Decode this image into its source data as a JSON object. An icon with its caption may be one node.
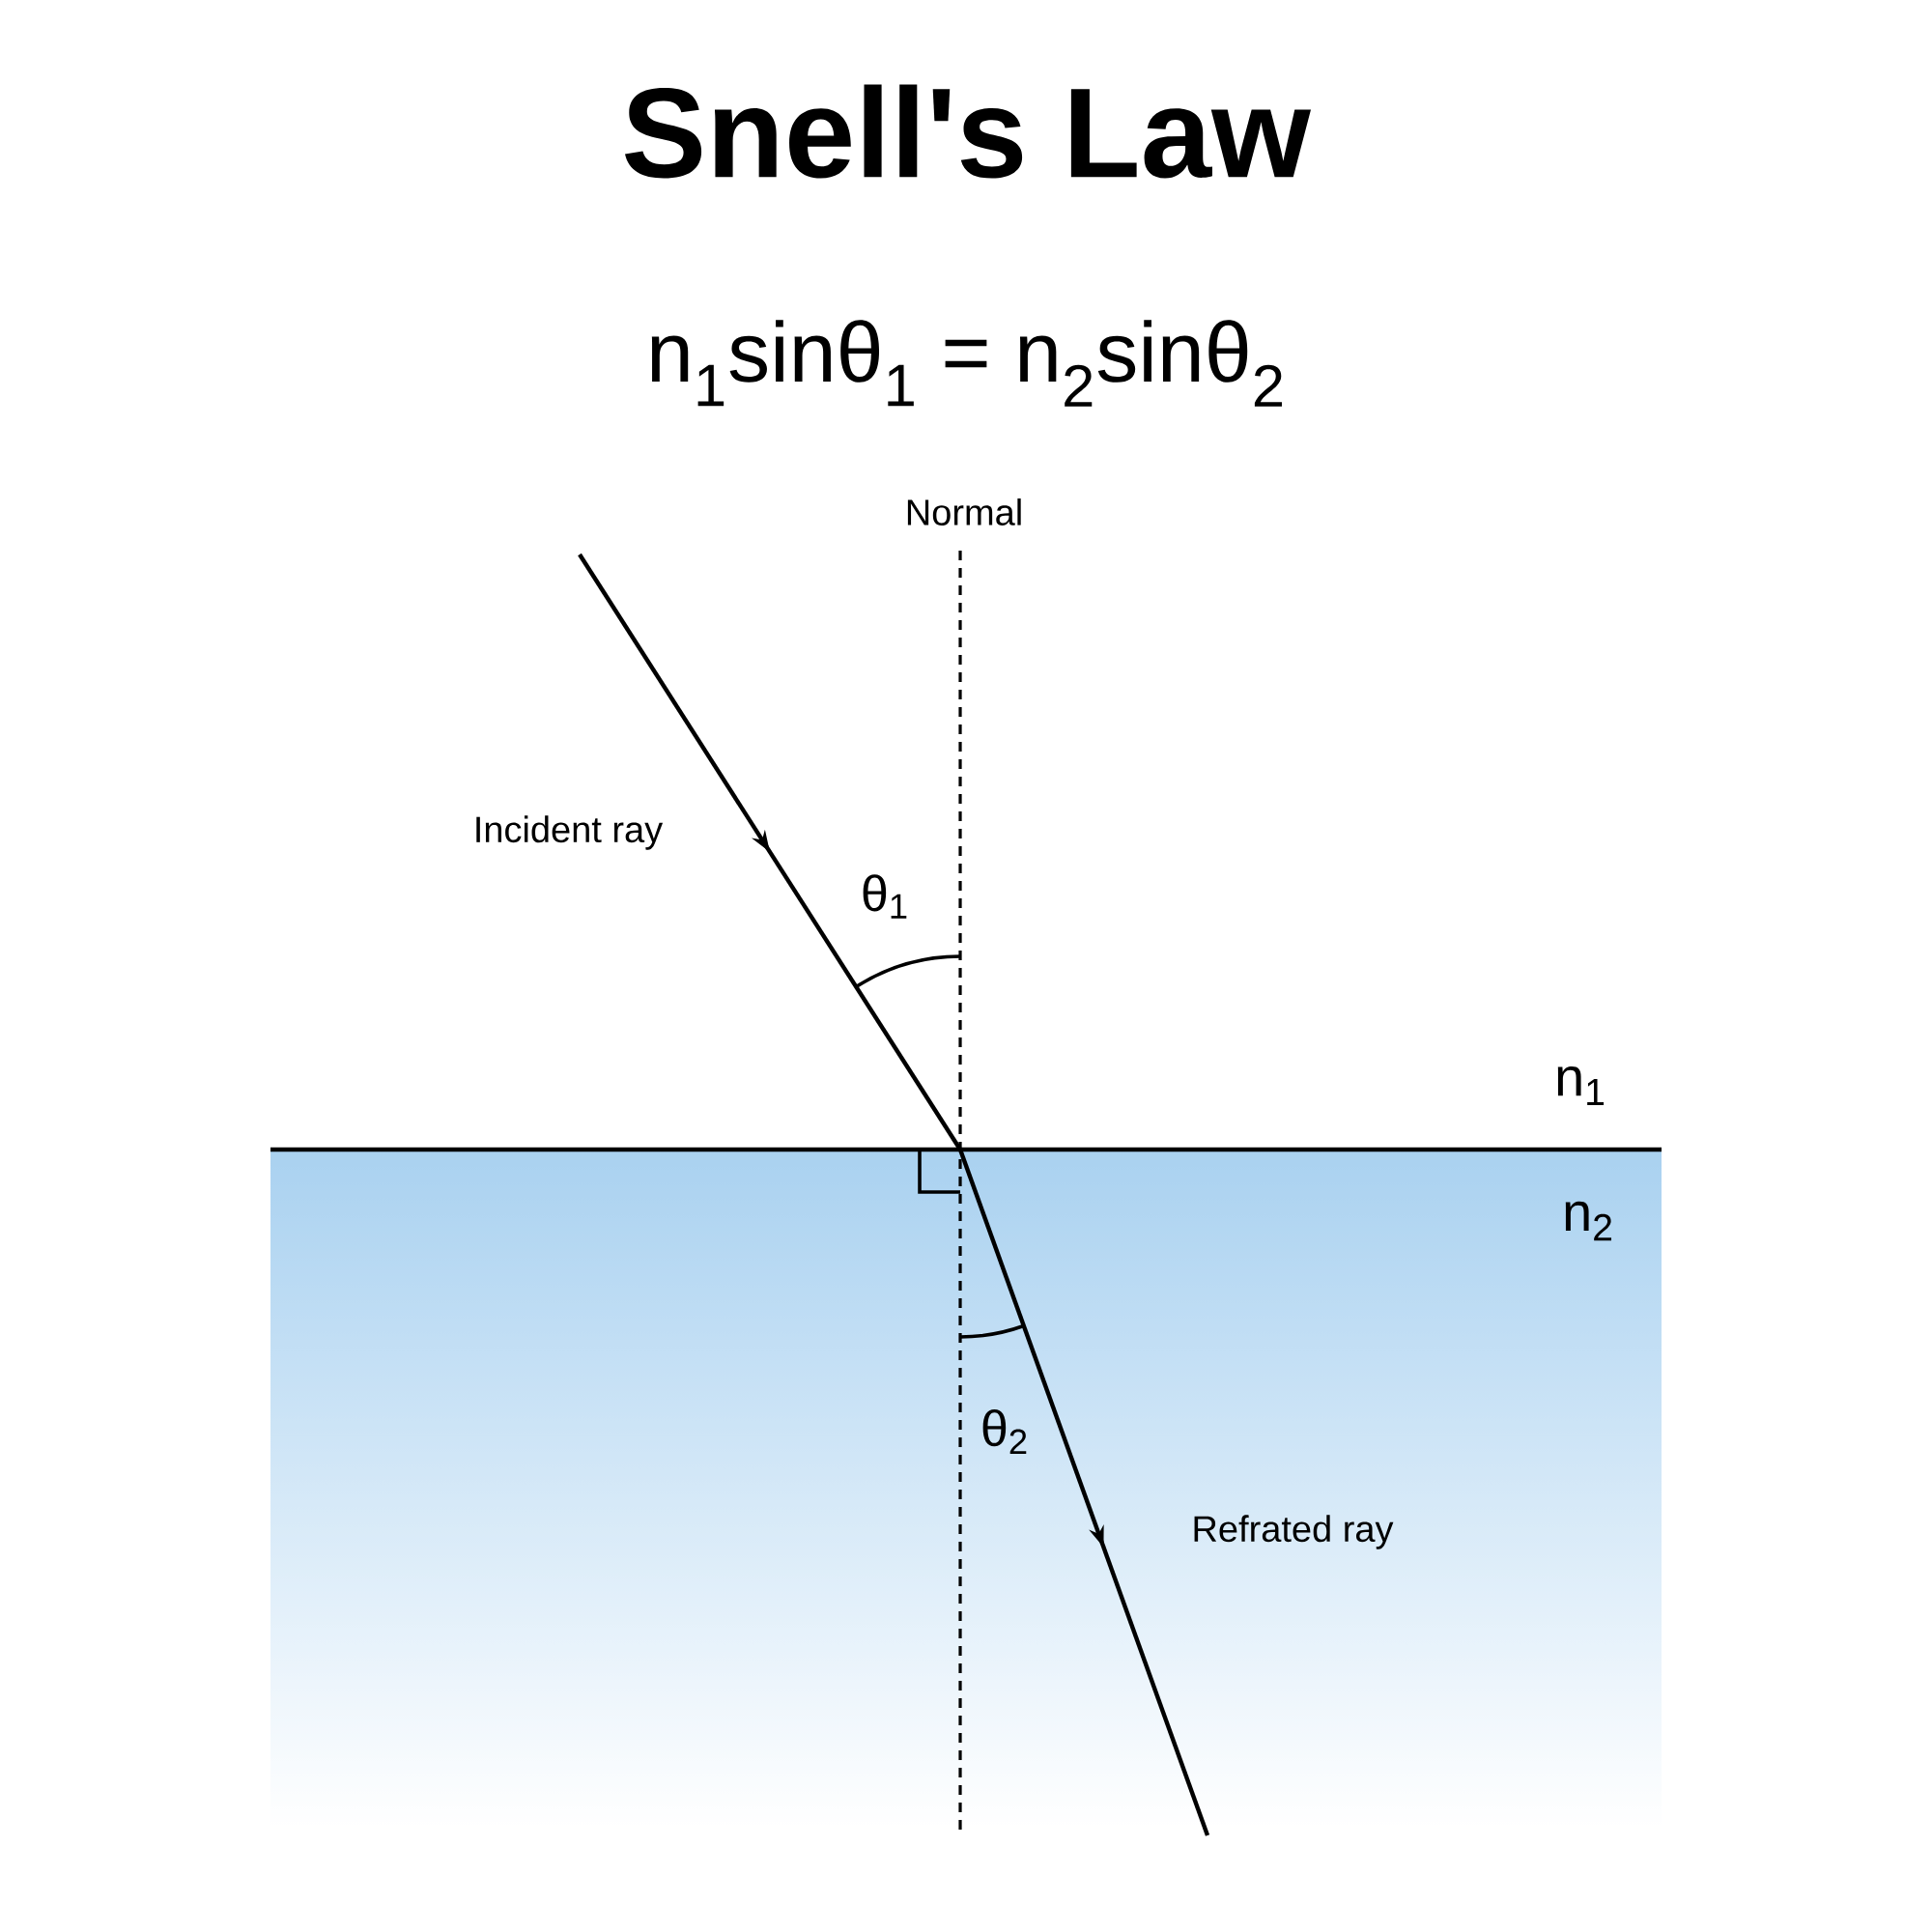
{
  "diagram": {
    "title": "Snell's Law",
    "labels": [
      "n$_{1}$sinθ$_{1}$ = n$_{2}$sinθ$_{2}$",
      "Normal",
      "Incident ray",
      "θ$_{1}$",
      "n$_{1}$",
      "n$_{2}$",
      "θ$_{2}$",
      "Refrated ray"
    ]
  }
}
